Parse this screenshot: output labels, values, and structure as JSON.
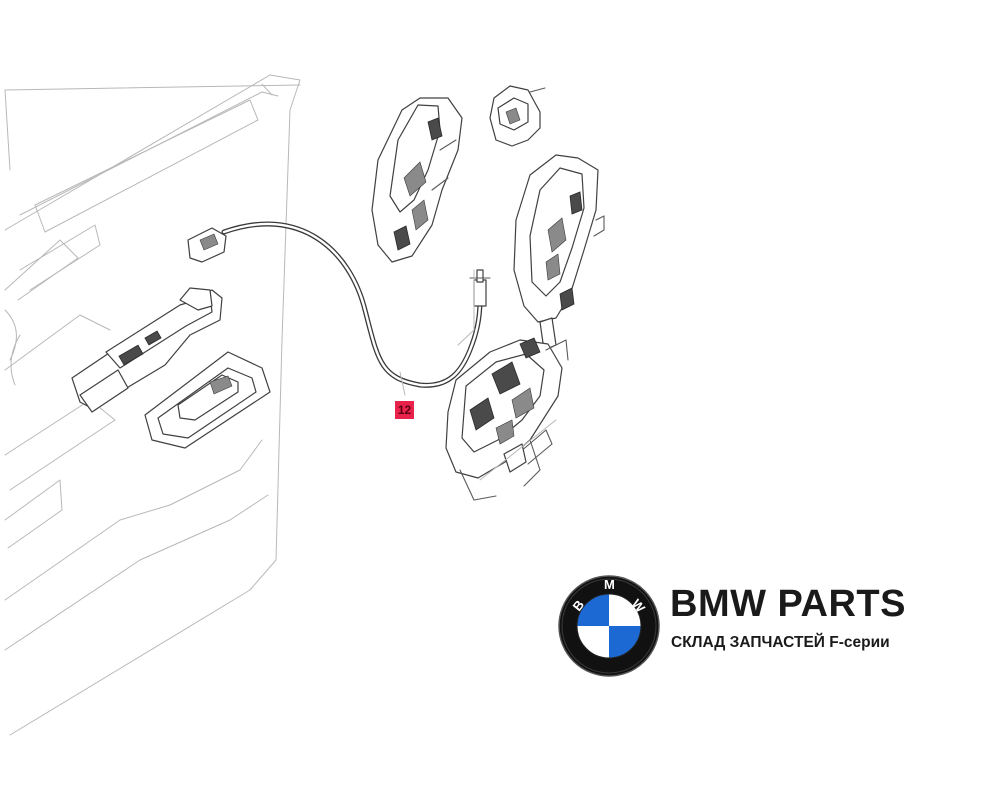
{
  "diagram": {
    "callout_number": "12"
  },
  "logo": {
    "roundel_letters": [
      "B",
      "M",
      "W"
    ],
    "ring_color": "#111111",
    "quadrant_blue": "#1c69d4",
    "quadrant_white": "#ffffff"
  },
  "brand": {
    "title": "BMW PARTS",
    "subtitle": "СКЛАД ЗАПЧАСТЕЙ F-серии"
  },
  "colors": {
    "callout_fill": "#e8224a",
    "line_art": "#5a5a5a",
    "text": "#1a1a1a"
  }
}
